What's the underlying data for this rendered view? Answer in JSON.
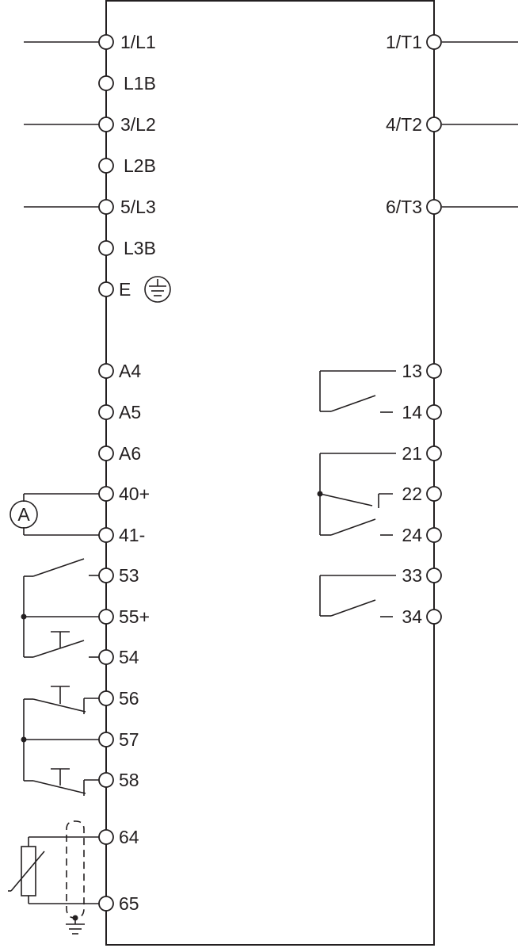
{
  "colors": {
    "line": "#231f20",
    "background": "#ffffff"
  },
  "left_terminals": [
    {
      "id": "l1",
      "label": "1/L1"
    },
    {
      "id": "l1b",
      "label": "L1B"
    },
    {
      "id": "l2",
      "label": "3/L2"
    },
    {
      "id": "l2b",
      "label": "L2B"
    },
    {
      "id": "l3",
      "label": "5/L3"
    },
    {
      "id": "l3b",
      "label": "L3B"
    },
    {
      "id": "e",
      "label": "E"
    },
    {
      "id": "a4",
      "label": "A4"
    },
    {
      "id": "a5",
      "label": "A5"
    },
    {
      "id": "a6",
      "label": "A6"
    },
    {
      "id": "t40",
      "label": "40+"
    },
    {
      "id": "t41",
      "label": "41-"
    },
    {
      "id": "t53",
      "label": "53"
    },
    {
      "id": "t55",
      "label": "55+"
    },
    {
      "id": "t54",
      "label": "54"
    },
    {
      "id": "t56",
      "label": "56"
    },
    {
      "id": "t57",
      "label": "57"
    },
    {
      "id": "t58",
      "label": "58"
    },
    {
      "id": "t64",
      "label": "64"
    },
    {
      "id": "t65",
      "label": "65"
    }
  ],
  "right_terminals": [
    {
      "id": "t1",
      "label": "1/T1"
    },
    {
      "id": "t2",
      "label": "4/T2"
    },
    {
      "id": "t3",
      "label": "6/T3"
    },
    {
      "id": "r13",
      "label": "13"
    },
    {
      "id": "r14",
      "label": "14"
    },
    {
      "id": "r21",
      "label": "21"
    },
    {
      "id": "r22",
      "label": "22"
    },
    {
      "id": "r24",
      "label": "24"
    },
    {
      "id": "r33",
      "label": "33"
    },
    {
      "id": "r34",
      "label": "34"
    }
  ],
  "ammeter_label": "A"
}
